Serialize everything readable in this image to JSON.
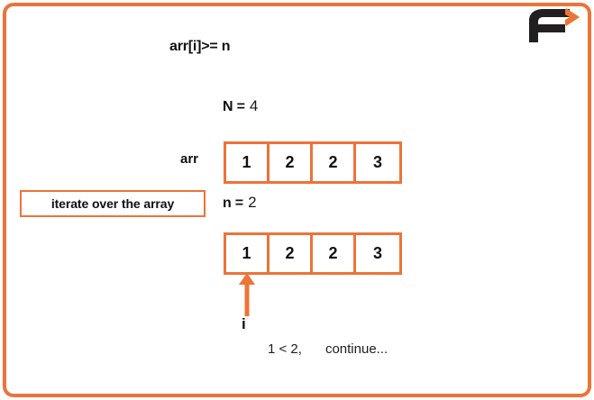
{
  "slide": {
    "frame_color": "#ED7338",
    "background": "#ffffff"
  },
  "logo": {
    "name": "f-arrow-logo",
    "letter": "F",
    "letter_color": "#231F20",
    "accent_color": "#ED7338"
  },
  "condition": {
    "text": "arr[i]>= n"
  },
  "variables": {
    "array_size": {
      "key": "N",
      "equals": "=",
      "value": "4"
    },
    "target": {
      "key": "n",
      "equals": "=",
      "value": "2"
    }
  },
  "callout": {
    "text": "iterate over the array"
  },
  "arrays": {
    "top": {
      "label": "arr",
      "values": [
        "1",
        "2",
        "2",
        "3"
      ]
    },
    "bottom": {
      "values": [
        "1",
        "2",
        "2",
        "3"
      ],
      "pointer_label": "i",
      "pointer_index": 0
    }
  },
  "result": {
    "comparison": "1 < 2,",
    "action": "continue..."
  }
}
